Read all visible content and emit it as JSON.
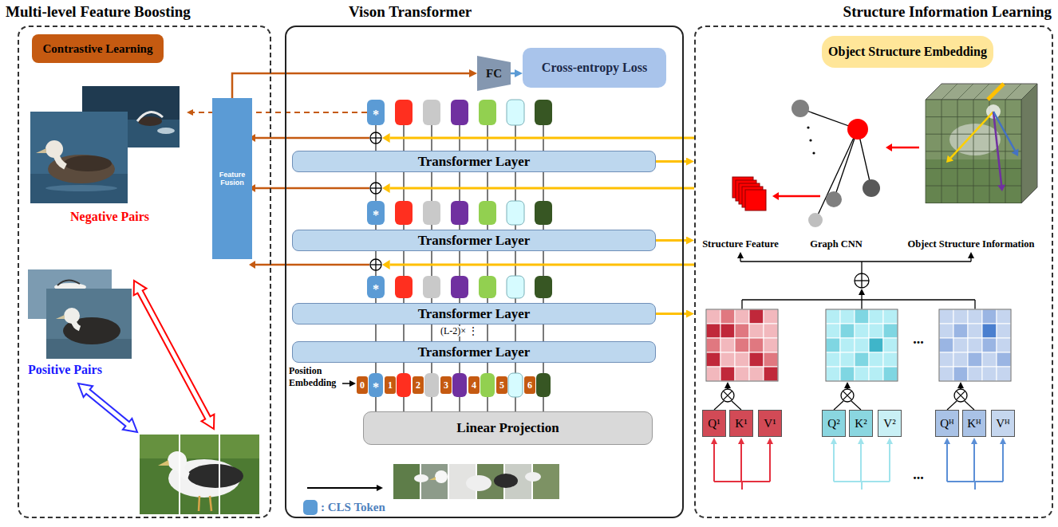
{
  "diagram": {
    "nodes": [
      {
        "text": [
          "Multi-level Feature Boosting"
        ]
      },
      {
        "text": [
          "Contrastive Learning"
        ],
        "in": 0
      },
      {
        "text": [
          "Feature Fusion"
        ],
        "in": 0
      },
      {
        "text": [
          "Vison Transformer"
        ]
      },
      {
        "text": [
          "FC"
        ],
        "in": 3
      },
      {
        "text": [
          "Cross-entropy Loss"
        ],
        "in": 3
      },
      {
        "text": [
          "Transformer Layer"
        ],
        "in": 3
      },
      {
        "text": [
          "Transformer Layer"
        ],
        "in": 3
      },
      {
        "text": [
          "Transformer Layer"
        ],
        "in": 3
      },
      {
        "text": [
          "Transformer Layer"
        ],
        "in": 3
      },
      {
        "text": [
          "Linear Projection"
        ],
        "in": 3
      },
      {
        "text": [
          "Structure Information Learning"
        ]
      },
      {
        "text": [
          "Object Structure Embedding"
        ],
        "in": 11
      },
      {
        "text": [
          "Q¹"
        ],
        "in": 11
      },
      {
        "text": [
          "K¹"
        ],
        "in": 11
      },
      {
        "text": [
          "V¹"
        ],
        "in": 11
      },
      {
        "text": [
          "Q²"
        ],
        "in": 11
      },
      {
        "text": [
          "K²"
        ],
        "in": 11
      },
      {
        "text": [
          "V²"
        ],
        "in": 11
      },
      {
        "text": [
          "Qᴴ"
        ],
        "in": 11
      },
      {
        "text": [
          "Kᴴ"
        ],
        "in": 11
      },
      {
        "text": [
          "Vᴴ"
        ],
        "in": 11
      }
    ],
    "edges": [
      {
        "from": 2,
        "to": 4,
        "arrow": "to"
      },
      {
        "from": 4,
        "to": 5,
        "arrow": "to"
      },
      {
        "from": 6,
        "to": 11,
        "arrow": "to"
      },
      {
        "from": 7,
        "to": 11,
        "arrow": "to"
      },
      {
        "from": 8,
        "to": 11,
        "arrow": "to"
      },
      {
        "from": 7,
        "to": 6,
        "arrow": "none"
      },
      {
        "from": 8,
        "to": 7,
        "arrow": "none"
      },
      {
        "from": 9,
        "to": 8,
        "arrow": "none"
      },
      {
        "from": 10,
        "to": 9,
        "arrow": "none"
      }
    ],
    "labels": [
      "Negative Pairs",
      "Positive Pairs",
      "*",
      "*",
      "*",
      "(L-2)×",
      "⋮",
      "Position Embedding",
      "*",
      "0",
      "1",
      "2",
      "3",
      "4",
      "5",
      "6",
      "*",
      "Structure Feature",
      "Graph CNN",
      "Object Structure Information",
      "...",
      "..."
    ],
    "legend": [
      {
        "text": ": CLS Token",
        "color": "#5b9bd5"
      }
    ]
  }
}
